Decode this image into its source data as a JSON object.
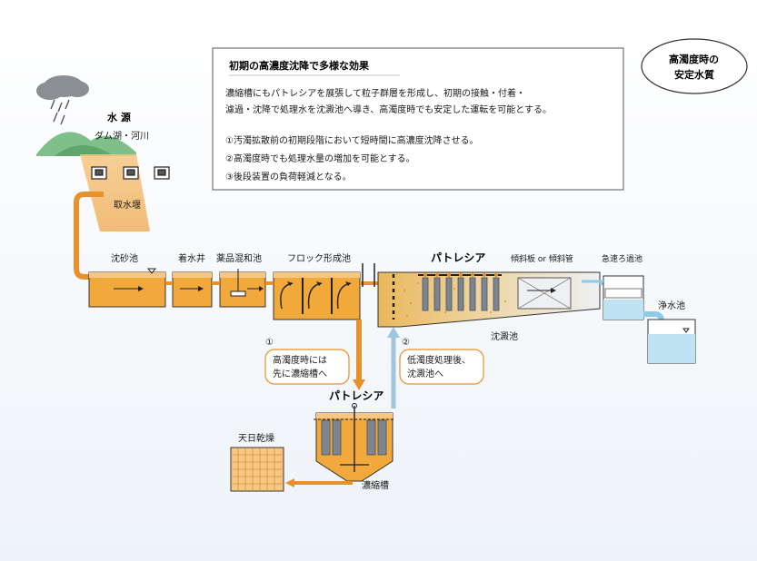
{
  "badge": {
    "line1": "高濁度時の",
    "line2": "安定水質"
  },
  "info": {
    "title": "初期の高濃度沈降で多様な効果",
    "body1": "濃縮槽にもパトレシアを展張して粒子群層を形成し、初期の接触・付着・",
    "body2": "濾過・沈降で処理水を沈澱池へ導き、高濁度時でも安定した運転を可能とする。",
    "item1": "①汚濁拡散前の初期段階において短時間に高濃度沈降させる。",
    "item2": "②高濁度時でも処理水量の増加を可能とする。",
    "item3": "③後段装置の負荷軽減となる。"
  },
  "labels": {
    "source": "水 源",
    "source_sub": "ダム湖・河川",
    "intake": "取水堰",
    "grit": "沈砂池",
    "well": "着水井",
    "mixing": "薬品混和池",
    "floc": "フロック形成池",
    "patrecia_main": "パトレシア",
    "tilted": "傾斜板 or 傾斜管",
    "rapid_filter": "急速ろ過池",
    "clear_well": "浄水池",
    "sedimentation": "沈澱池",
    "patrecia_thick": "パトレシア",
    "thickener": "濃縮槽",
    "sun_dry": "天日乾燥"
  },
  "callouts": {
    "c1_num": "①",
    "c1_line1": "高濁度時には",
    "c1_line2": "先に濃縮槽へ",
    "c2_num": "②",
    "c2_line1": "低濁度処理後、",
    "c2_line2": "沈澱池へ"
  },
  "colors": {
    "water_orange": "#f2a93b",
    "pipe_orange": "#e8902a",
    "sediment": "#e9c88a",
    "clean_water": "#bfe3f3",
    "mountain": "#7fbf8a",
    "patrecia": "#7d8591"
  }
}
